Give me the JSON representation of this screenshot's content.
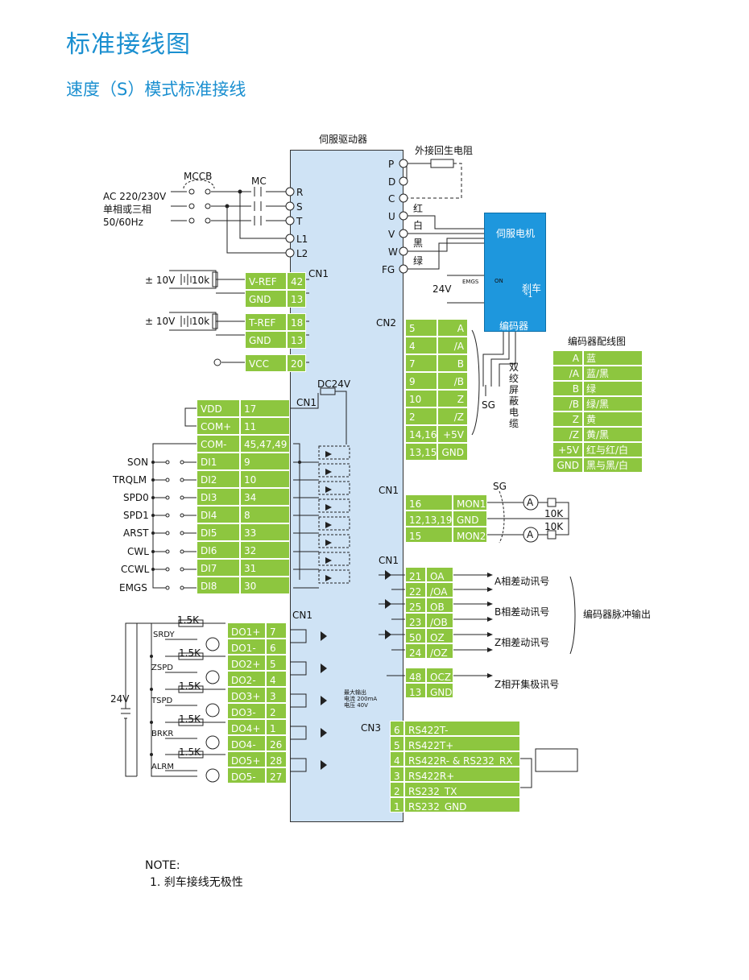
{
  "page": {
    "title": "标准接线图",
    "subtitle": "速度（S）模式标准接线"
  },
  "drive": {
    "label": "伺服驱动器"
  },
  "power": {
    "ac_label_1": "AC 220/230V",
    "ac_label_2": "单相或三相",
    "ac_label_3": "50/60Hz",
    "mccb": "MCCB",
    "mc": "MC",
    "terminals": [
      "R",
      "S",
      "T",
      "L1",
      "L2"
    ]
  },
  "regen": {
    "label": "外接回生电阻",
    "terminals": [
      "P",
      "D",
      "C"
    ]
  },
  "motor_terminals": [
    "U",
    "V",
    "W",
    "FG"
  ],
  "motor_wire_colors": [
    "红",
    "白",
    "黑",
    "绿"
  ],
  "motor": {
    "label": "伺服电机",
    "brake": "刹车",
    "brake_note": "*1",
    "encoder": "编码器",
    "emgs": "EMGS",
    "on": "ON",
    "v24": "24V"
  },
  "cn1_ref": {
    "connector": "CN1",
    "pm10v_1": "± 10V",
    "pm10v_2": "± 10V",
    "pot_1": "10k",
    "pot_2": "10k",
    "rows_vref": [
      [
        "V-REF",
        "42"
      ],
      [
        "GND",
        "13"
      ]
    ],
    "rows_tref": [
      [
        "T-REF",
        "18"
      ],
      [
        "GND",
        "13"
      ]
    ],
    "rows_vcc": [
      [
        "VCC",
        "20"
      ]
    ]
  },
  "cn1_di": {
    "connector": "CN1",
    "dc24v": "DC24V",
    "rows": [
      [
        "VDD",
        "17"
      ],
      [
        "COM+",
        "11"
      ],
      [
        "COM-",
        "45,47,49"
      ],
      [
        "DI1",
        "9"
      ],
      [
        "DI2",
        "10"
      ],
      [
        "DI3",
        "34"
      ],
      [
        "DI4",
        "8"
      ],
      [
        "DI5",
        "33"
      ],
      [
        "DI6",
        "32"
      ],
      [
        "DI7",
        "31"
      ],
      [
        "DI8",
        "30"
      ]
    ],
    "switch_labels": [
      "SON",
      "TRQLM",
      "SPD0",
      "SPD1",
      "ARST",
      "CWL",
      "CCWL",
      "EMGS"
    ]
  },
  "cn2": {
    "connector": "CN2",
    "rows": [
      [
        "5",
        "A"
      ],
      [
        "4",
        "/A"
      ],
      [
        "7",
        "B"
      ],
      [
        "9",
        "/B"
      ],
      [
        "10",
        "Z"
      ],
      [
        "2",
        "/Z"
      ],
      [
        "14,16",
        "+5V"
      ],
      [
        "13,15",
        "GND"
      ]
    ],
    "sg": "SG",
    "cable": [
      "双",
      "绞",
      "屏",
      "蔽",
      "电",
      "缆"
    ]
  },
  "encoder_wiring": {
    "title": "编码器配线图",
    "rows": [
      [
        "A",
        "蓝"
      ],
      [
        "/A",
        "蓝/黑"
      ],
      [
        "B",
        "绿"
      ],
      [
        "/B",
        "绿/黑"
      ],
      [
        "Z",
        "黄"
      ],
      [
        "/Z",
        "黄/黑"
      ],
      [
        "+5V",
        "红与红/白"
      ],
      [
        "GND",
        "黑与黑/白"
      ]
    ]
  },
  "cn1_mon": {
    "connector": "CN1",
    "rows": [
      [
        "16",
        "MON1"
      ],
      [
        "12,13,19",
        "GND"
      ],
      [
        "15",
        "MON2"
      ]
    ],
    "sg": "SG",
    "meter": "A",
    "pot_1": "10K",
    "pot_2": "10K"
  },
  "cn1_pulse": {
    "connector": "CN1",
    "rows": [
      [
        "21",
        "OA"
      ],
      [
        "22",
        "/OA"
      ],
      [
        "25",
        "OB"
      ],
      [
        "23",
        "/OB"
      ],
      [
        "50",
        "OZ"
      ],
      [
        "24",
        "/OZ"
      ]
    ],
    "signals": [
      "A相差动讯号",
      "B相差动讯号",
      "Z相差动讯号"
    ],
    "group_label": "编码器脉冲输出",
    "ocz_rows": [
      [
        "48",
        "OCZ"
      ],
      [
        "13",
        "GND"
      ]
    ],
    "ocz_signal": "Z相开集极讯号"
  },
  "cn1_do": {
    "connector": "CN1",
    "rows": [
      [
        "DO1+",
        "7"
      ],
      [
        "DO1-",
        "6"
      ],
      [
        "DO2+",
        "5"
      ],
      [
        "DO2-",
        "4"
      ],
      [
        "DO3+",
        "3"
      ],
      [
        "DO3-",
        "2"
      ],
      [
        "DO4+",
        "1"
      ],
      [
        "DO4-",
        "26"
      ],
      [
        "DO5+",
        "28"
      ],
      [
        "DO5-",
        "27"
      ]
    ],
    "resistor": "1.5K",
    "relay_labels": [
      "SRDY",
      "ZSPD",
      "TSPD",
      "BRKR",
      "ALRM"
    ],
    "v24": "24V",
    "max_out_1": "最大输出",
    "max_out_2": "电流 200mA",
    "max_out_3": "电压 40V"
  },
  "cn3": {
    "connector": "CN3",
    "rows": [
      [
        "6",
        "RS422T-"
      ],
      [
        "5",
        "RS422T+"
      ],
      [
        "4",
        "RS422R- & RS232_RX"
      ],
      [
        "3",
        "RS422R+"
      ],
      [
        "2",
        "RS232_TX"
      ],
      [
        "1",
        "RS232_GND"
      ]
    ]
  },
  "note": {
    "title": "NOTE:",
    "item1": "1. 刹车接线无极性"
  },
  "colors": {
    "accent": "#1a8fd0",
    "terminal_green": "#8dc63f",
    "drive_fill": "#cfe3f5",
    "motor_blue": "#1e97dd"
  }
}
